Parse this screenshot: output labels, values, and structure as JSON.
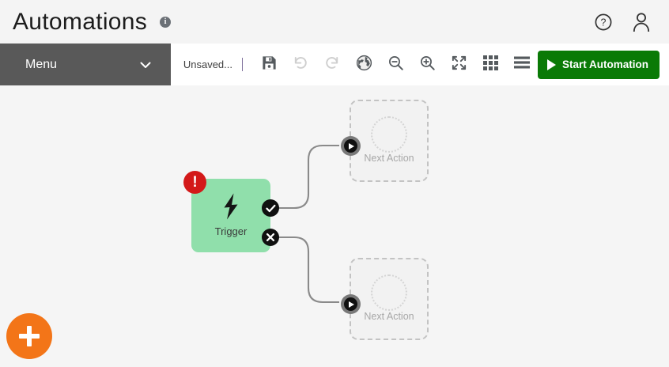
{
  "header": {
    "title": "Automations",
    "info_icon": "info-icon",
    "actions": [
      {
        "name": "help-icon",
        "label": "?"
      },
      {
        "name": "user-account-icon",
        "label": ""
      }
    ]
  },
  "menu": {
    "label": "Menu",
    "chevron_icon": "chevron-down-icon"
  },
  "toolbar": {
    "status_text": "Unsaved...",
    "separator": "|",
    "buttons": [
      {
        "name": "save-button",
        "icon": "save-disk-icon",
        "enabled": true
      },
      {
        "name": "undo-button",
        "icon": "undo-icon",
        "enabled": false
      },
      {
        "name": "redo-button",
        "icon": "redo-icon",
        "enabled": false
      },
      {
        "name": "globe-button",
        "icon": "globe-icon",
        "enabled": true
      },
      {
        "name": "zoom-out-button",
        "icon": "zoom-out-icon",
        "enabled": true
      },
      {
        "name": "zoom-in-button",
        "icon": "zoom-in-icon",
        "enabled": true
      },
      {
        "name": "fit-screen-button",
        "icon": "expand-arrows-icon",
        "enabled": true
      },
      {
        "name": "grid-layout-button",
        "icon": "grid-icon",
        "enabled": true
      },
      {
        "name": "list-menu-button",
        "icon": "hamburger-icon",
        "enabled": true
      }
    ],
    "start_button": {
      "label": "Start Automation",
      "icon": "play-icon",
      "color": "#0a7a06"
    }
  },
  "canvas": {
    "background": "#f5f5f5",
    "edge_color": "#8a8a8a",
    "trigger_node": {
      "label": "Trigger",
      "icon": "lightning-bolt-icon",
      "color": "#90dfab",
      "error_badge": {
        "name": "error-badge",
        "symbol": "!",
        "color": "#d31919"
      },
      "ports": [
        {
          "name": "success-port",
          "icon": "check-circle-icon",
          "symbol": "✔"
        },
        {
          "name": "failure-port",
          "icon": "x-circle-icon",
          "symbol": "✖"
        }
      ]
    },
    "placeholder_nodes": [
      {
        "name": "next-action-node-top",
        "label": "Next Action",
        "port_icon": "play-circle-icon"
      },
      {
        "name": "next-action-node-bottom",
        "label": "Next Action",
        "port_icon": "play-circle-icon"
      }
    ],
    "add_button": {
      "name": "add-node-fab",
      "icon": "plus-icon",
      "color": "#f37518"
    }
  }
}
